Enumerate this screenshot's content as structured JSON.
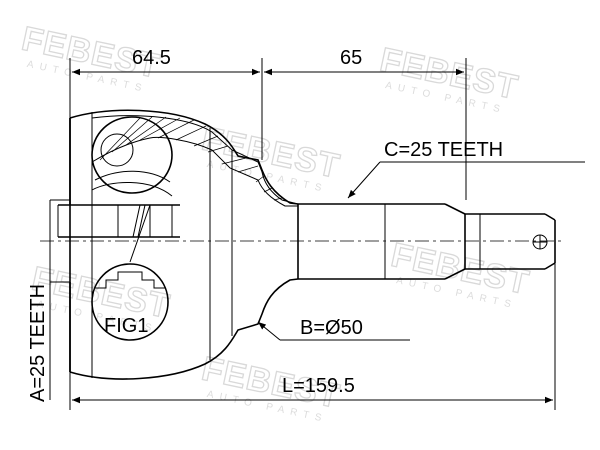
{
  "watermark": {
    "brand": "FEBEST",
    "sub": "AUTO PARTS"
  },
  "dimensions": {
    "top_left": "64.5",
    "top_right": "65",
    "outer_teeth": "C=25 TEETH",
    "bore": "B=Ø50",
    "inner_teeth": "A=25 TEETH",
    "length": "L=159.5"
  },
  "figure_label": "FIG1"
}
